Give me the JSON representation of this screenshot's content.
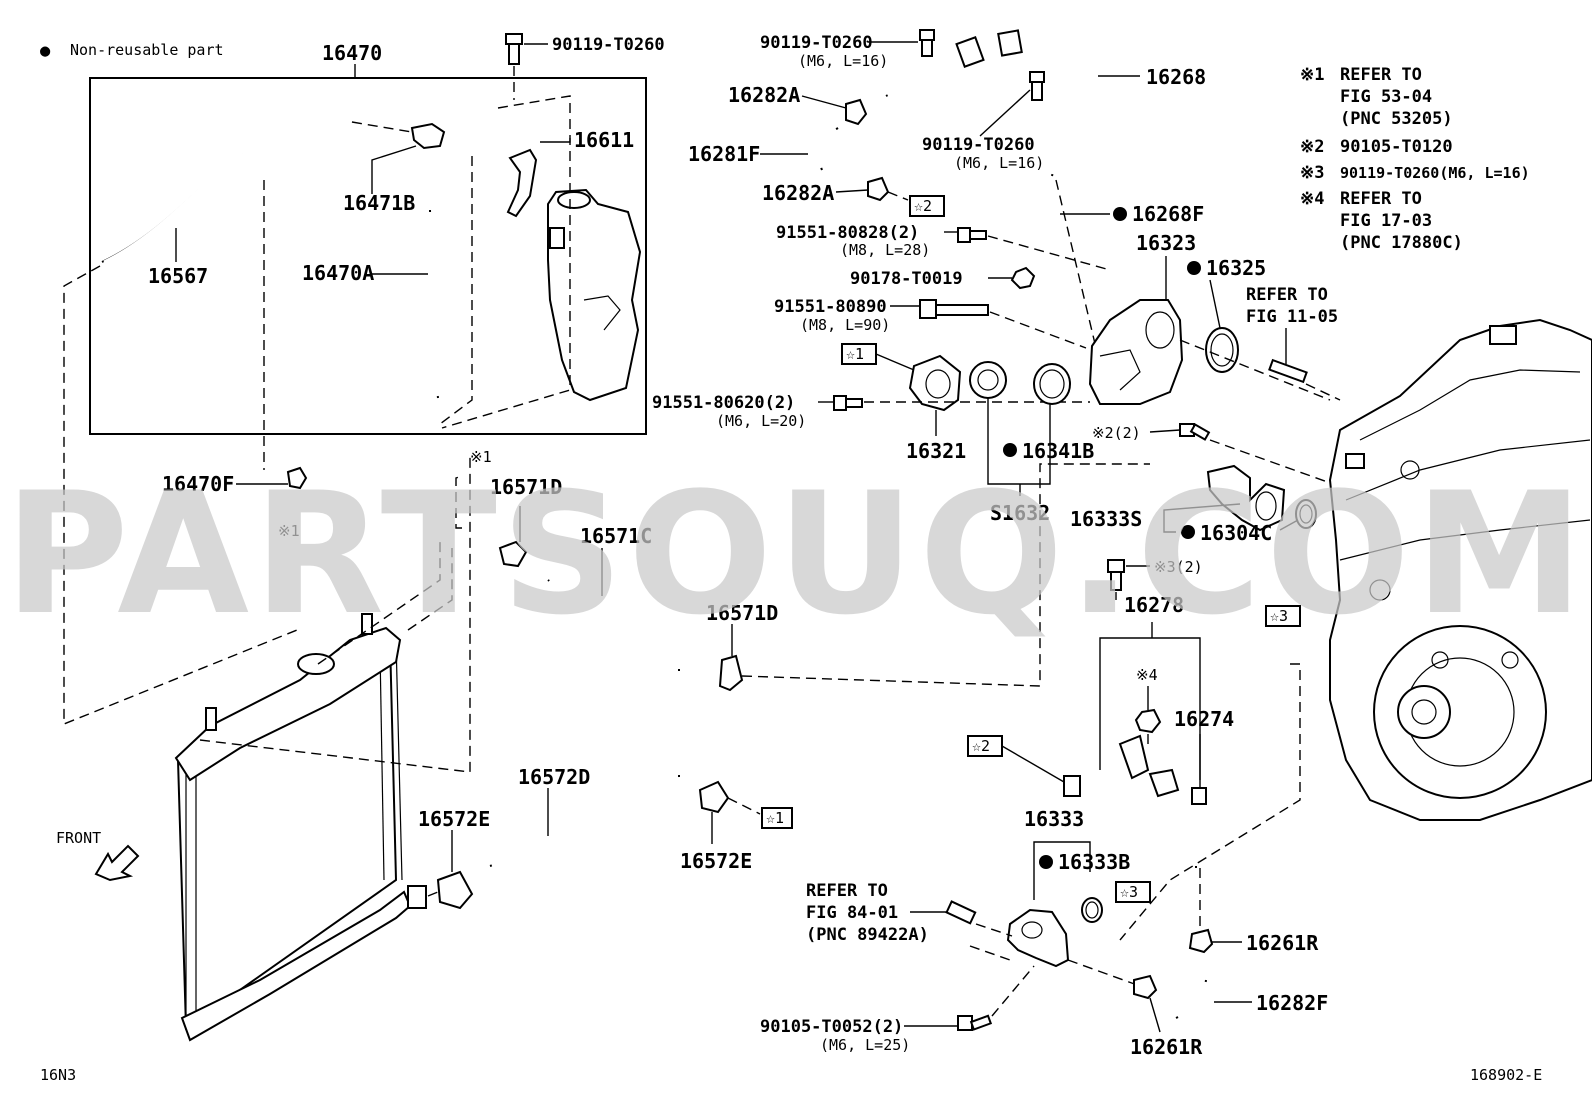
{
  "legend": {
    "bullet": "●",
    "text": "Non-reusable part"
  },
  "notes": [
    {
      "mark": "※1",
      "lines": [
        "REFER TO",
        "FIG 53-04",
        "(PNC 53205)"
      ]
    },
    {
      "mark": "※2",
      "lines": [
        "90105-T0120"
      ]
    },
    {
      "mark": "※3",
      "lines": [
        "90119-T0260(M6, L=16)"
      ]
    },
    {
      "mark": "※4",
      "lines": [
        "REFER TO",
        "FIG 17-03",
        "(PNC 17880C)"
      ]
    }
  ],
  "labels": {
    "p16470": "16470",
    "p90119_top": "90119-T0260",
    "p16611": "16611",
    "p16471B": "16471B",
    "p16567": "16567",
    "p16470A": "16470A",
    "p16470F": "16470F",
    "ref1_a": "※1",
    "ref1_b": "※1",
    "p16571D_a": "16571D",
    "p16571C": "16571C",
    "p16571D_b": "16571D",
    "p16572D": "16572D",
    "p16572E_a": "16572E",
    "p16572E_b": "16572E",
    "star1_a": "☆1",
    "front": "FRONT",
    "p16N3": "16N3",
    "p90119_b": "90119-T0260",
    "p90119_b_sub": "(M6, L=16)",
    "p16282A_a": "16282A",
    "p16281F": "16281F",
    "p16282A_b": "16282A",
    "star2_a": "☆2",
    "p90119_c": "90119-T0260",
    "p90119_c_sub": "(M6, L=16)",
    "p16268": "16268",
    "p16268F": "16268F",
    "p91551_80828": "91551-80828(2)",
    "p91551_80828_sub": "(M8, L=28)",
    "p90178": "90178-T0019",
    "p91551_80890": "91551-80890",
    "p91551_80890_sub": "(M8, L=90)",
    "star1_b": "☆1",
    "p91551_80620": "91551-80620(2)",
    "p91551_80620_sub": "(M6, L=20)",
    "p16321": "16321",
    "p16341B": "16341B",
    "pS1632": "S1632",
    "p16323": "16323",
    "p16325": "16325",
    "refer_11_a": "REFER TO",
    "refer_11_b": "FIG 11-05",
    "ref2_2": "※2(2)",
    "p16333S": "16333S",
    "p16304C": "16304C",
    "ref3_2": "※3(2)",
    "star3_a": "☆3",
    "p16278": "16278",
    "ref4": "※4",
    "p16274": "16274",
    "star2_b": "☆2",
    "p16333": "16333",
    "p16333B": "16333B",
    "star3_b": "☆3",
    "refer_84_a": "REFER TO",
    "refer_84_b": "FIG 84-01",
    "refer_84_c": "(PNC 89422A)",
    "p16261R_a": "16261R",
    "p16282F": "16282F",
    "p16261R_b": "16261R",
    "p90105": "90105-T0052(2)",
    "p90105_sub": "(M6, L=25)",
    "code": "168902-E"
  },
  "watermark": "PARTSOUQ.COM"
}
